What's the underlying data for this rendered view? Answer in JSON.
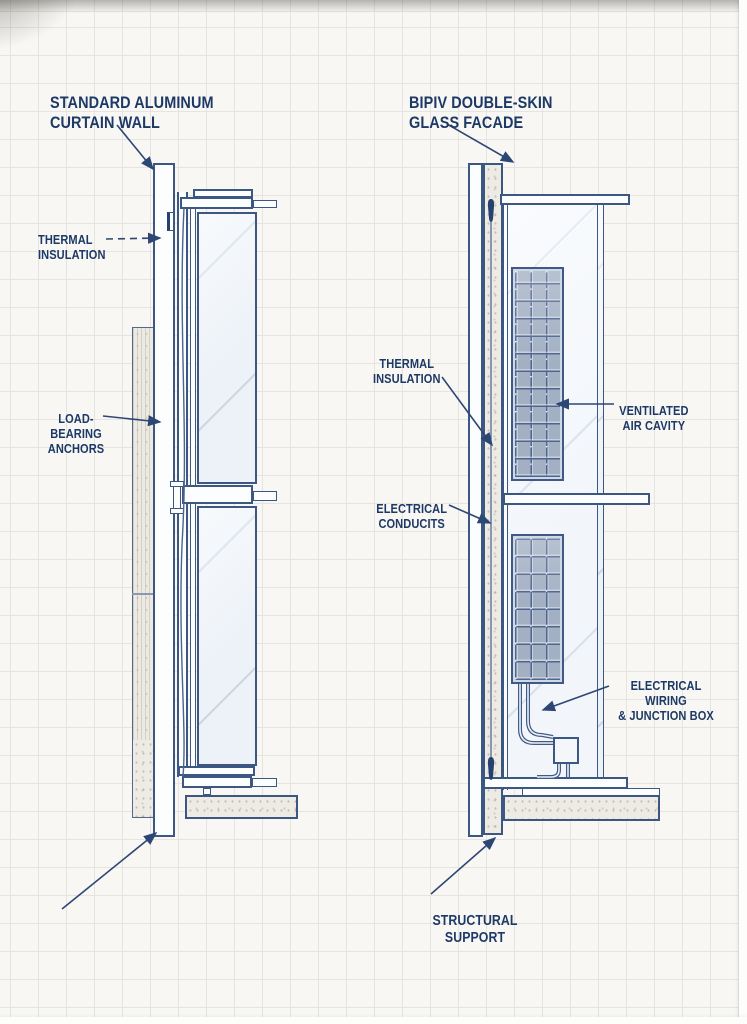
{
  "colors": {
    "ink": "#3c5782",
    "text": "#1d3966",
    "background": "#f8f7f4",
    "grid_line": "#e5e4e0",
    "glass": "#edf2f8",
    "pv_cell": "#a3b0c4",
    "concrete": "#edebe4",
    "arrow": "#2c4773"
  },
  "left_diagram": {
    "title": "STANDARD ALUMINUM\nCURTAIN WALL",
    "labels": {
      "thermal_insulation": "THERMAL\nINSULATION",
      "load_bearing_anchors": "LOAD-BEARING\nANCHORS"
    }
  },
  "right_diagram": {
    "title": "BIPIV DOUBLE-SKIN\nGLASS FACADE",
    "labels": {
      "thermal_insulation": "THERMAL\nINSULATION",
      "electrical_conduits": "ELECTRICAL\nCONDUCITS",
      "ventilated_air_cavity": "VENTILATED\nAIR CAVITY",
      "electrical_wiring_junction_box": "ELECTRICAL WIRING\n& JUNCTION BOX",
      "structural_support": "STRUCTURAL SUPPORT"
    }
  }
}
